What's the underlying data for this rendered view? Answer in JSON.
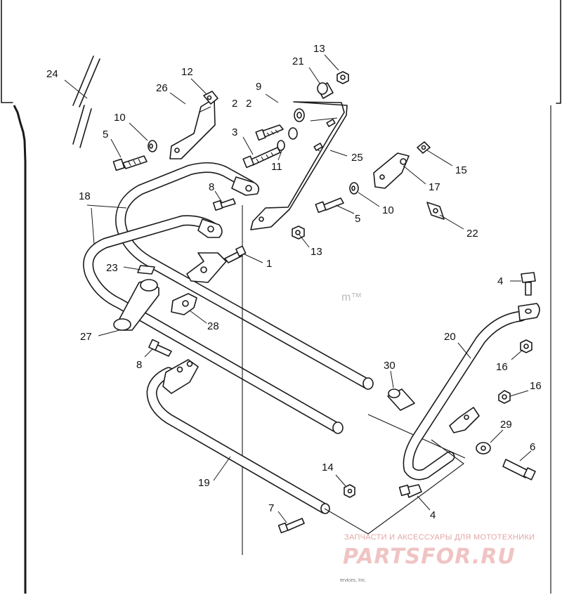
{
  "diagram": {
    "callouts": [
      "24",
      "26",
      "12",
      "2",
      "9",
      "2",
      "21",
      "13",
      "10",
      "5",
      "3",
      "11",
      "25",
      "15",
      "17",
      "10",
      "5",
      "22",
      "13",
      "18",
      "8",
      "1",
      "23",
      "28",
      "27",
      "8",
      "4",
      "20",
      "16",
      "16",
      "30",
      "29",
      "6",
      "19",
      "14",
      "4",
      "7"
    ]
  },
  "watermark": {
    "subtitle": "ЗАПЧАСТИ И АКСЕССУАРЫ ДЛЯ МОТОТЕХНИКИ",
    "brand": "PARTSFOR.RU"
  },
  "fragments": {
    "tm_text": "m™",
    "copyright": "ervices, Inc."
  }
}
